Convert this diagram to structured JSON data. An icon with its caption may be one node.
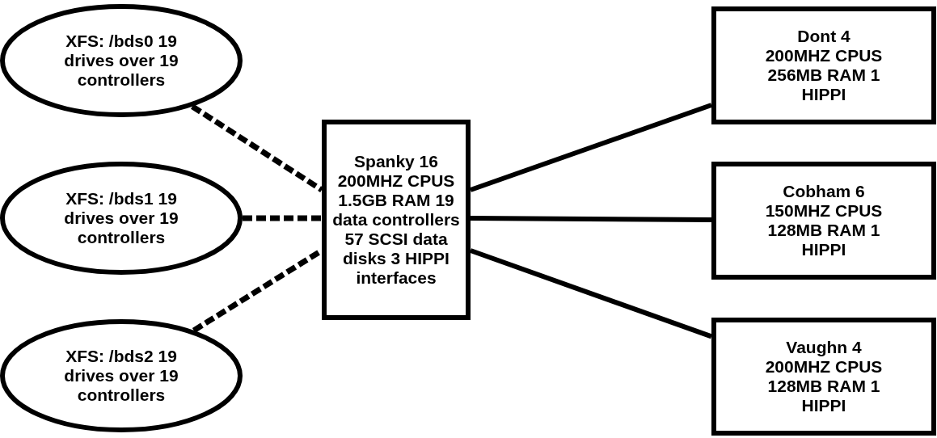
{
  "diagram": {
    "nodes": [
      {
        "text": [
          "XFS: /bds0 19 drives over 19 controllers"
        ]
      },
      {
        "text": [
          "XFS: /bds1 19 drives over 19 controllers"
        ]
      },
      {
        "text": [
          "XFS: /bds2 19 drives over 19 controllers"
        ]
      },
      {
        "text": [
          "Spanky 16 200MHZ CPUS 1.5GB RAM 19 data controllers 57 SCSI data disks 3 HIPPI interfaces"
        ]
      },
      {
        "text": [
          "Dont 4 200MHZ CPUS 256MB RAM 1 HIPPI"
        ]
      },
      {
        "text": [
          "Cobham 6 150MHZ CPUS 128MB RAM 1 HIPPI"
        ]
      },
      {
        "text": [
          "Vaughn 4 200MHZ CPUS 128MB RAM 1 HIPPI"
        ]
      }
    ],
    "edges": [
      {
        "from": 0,
        "to": 3,
        "arrow": "none",
        "style": "dashed"
      },
      {
        "from": 1,
        "to": 3,
        "arrow": "none",
        "style": "dashed"
      },
      {
        "from": 2,
        "to": 3,
        "arrow": "none",
        "style": "dashed"
      },
      {
        "from": 3,
        "to": 4,
        "arrow": "none"
      },
      {
        "from": 3,
        "to": 5,
        "arrow": "none"
      },
      {
        "from": 3,
        "to": 6,
        "arrow": "none"
      }
    ]
  }
}
